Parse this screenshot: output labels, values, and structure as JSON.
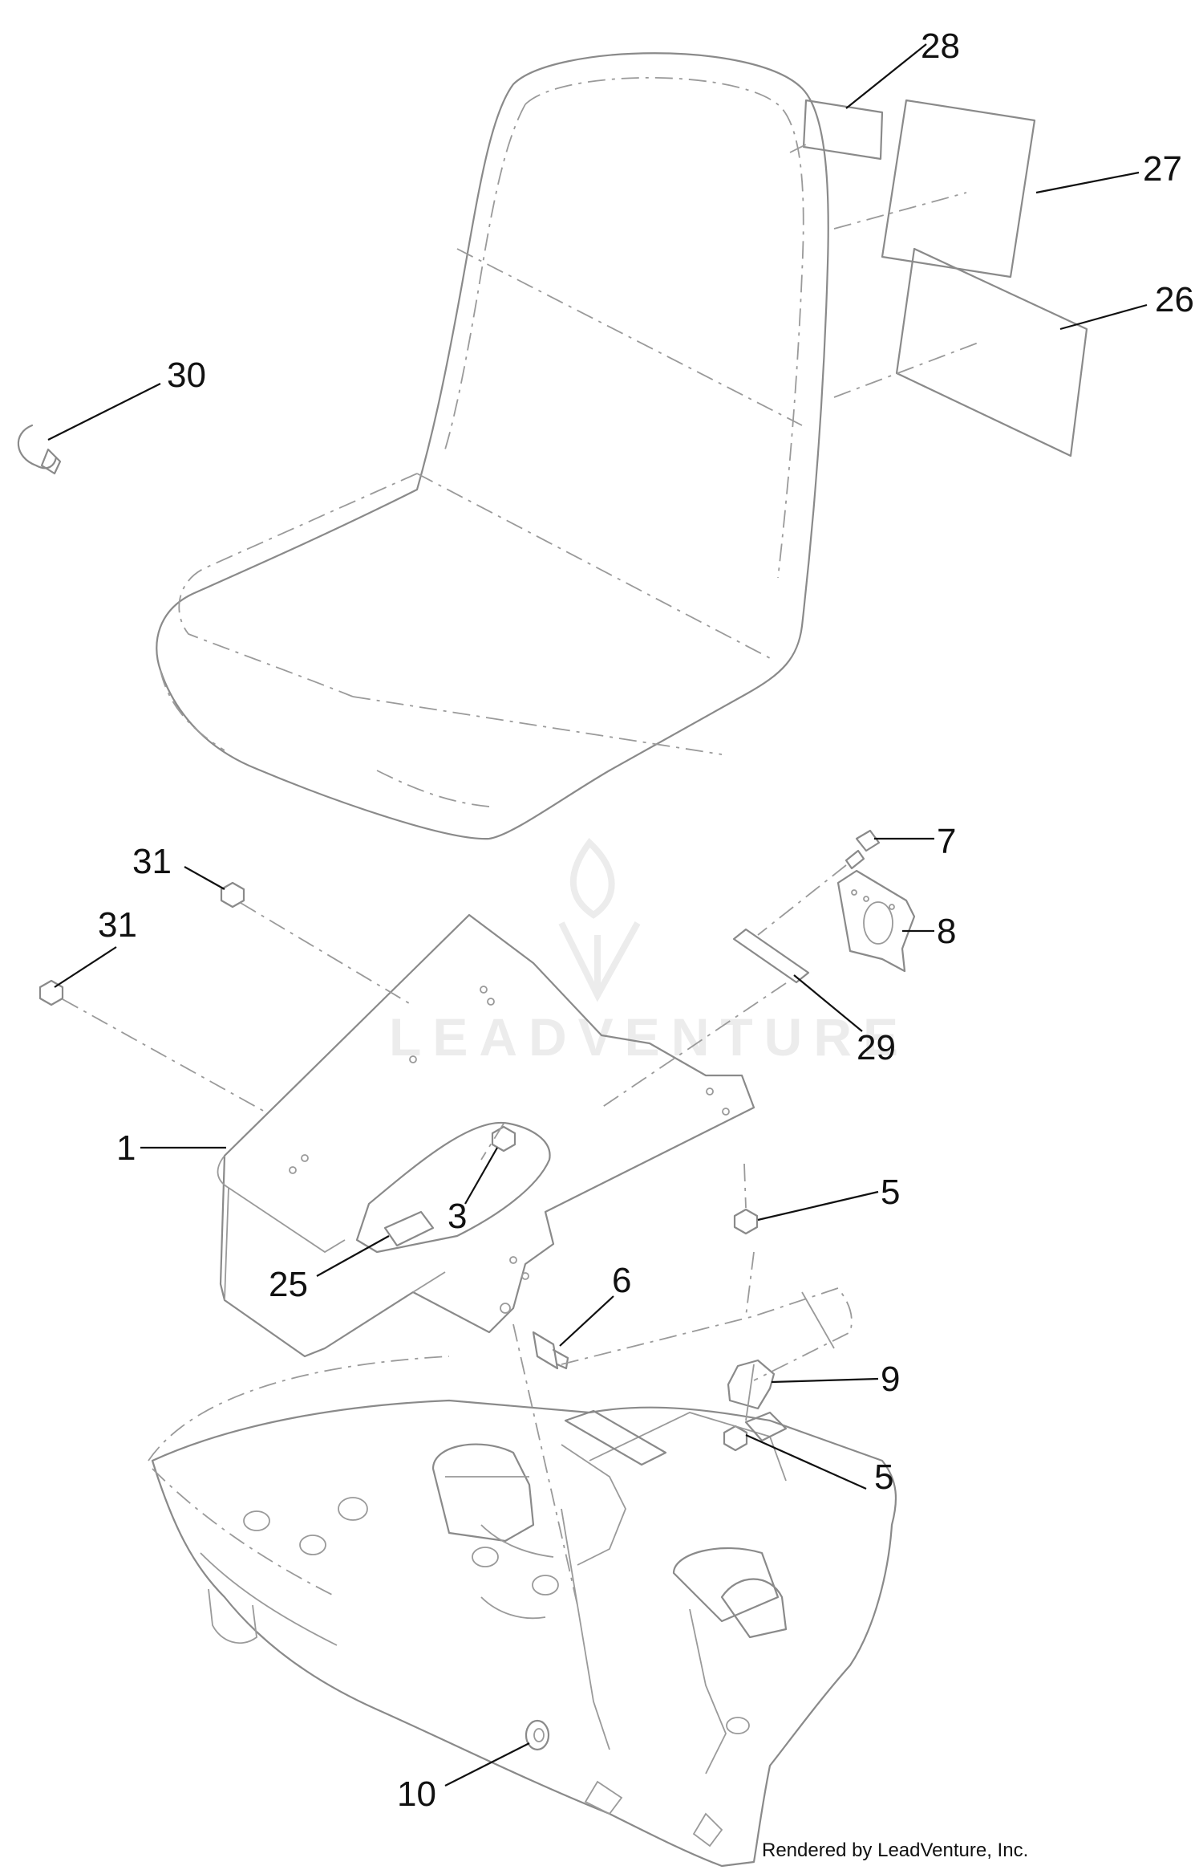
{
  "watermark": "LEADVENTURE",
  "credit": "Rendered by LeadVenture, Inc.",
  "callouts": [
    "28",
    "27",
    "26",
    "30",
    "31",
    "31",
    "7",
    "8",
    "29",
    "1",
    "3",
    "5",
    "25",
    "6",
    "9",
    "5",
    "10"
  ]
}
